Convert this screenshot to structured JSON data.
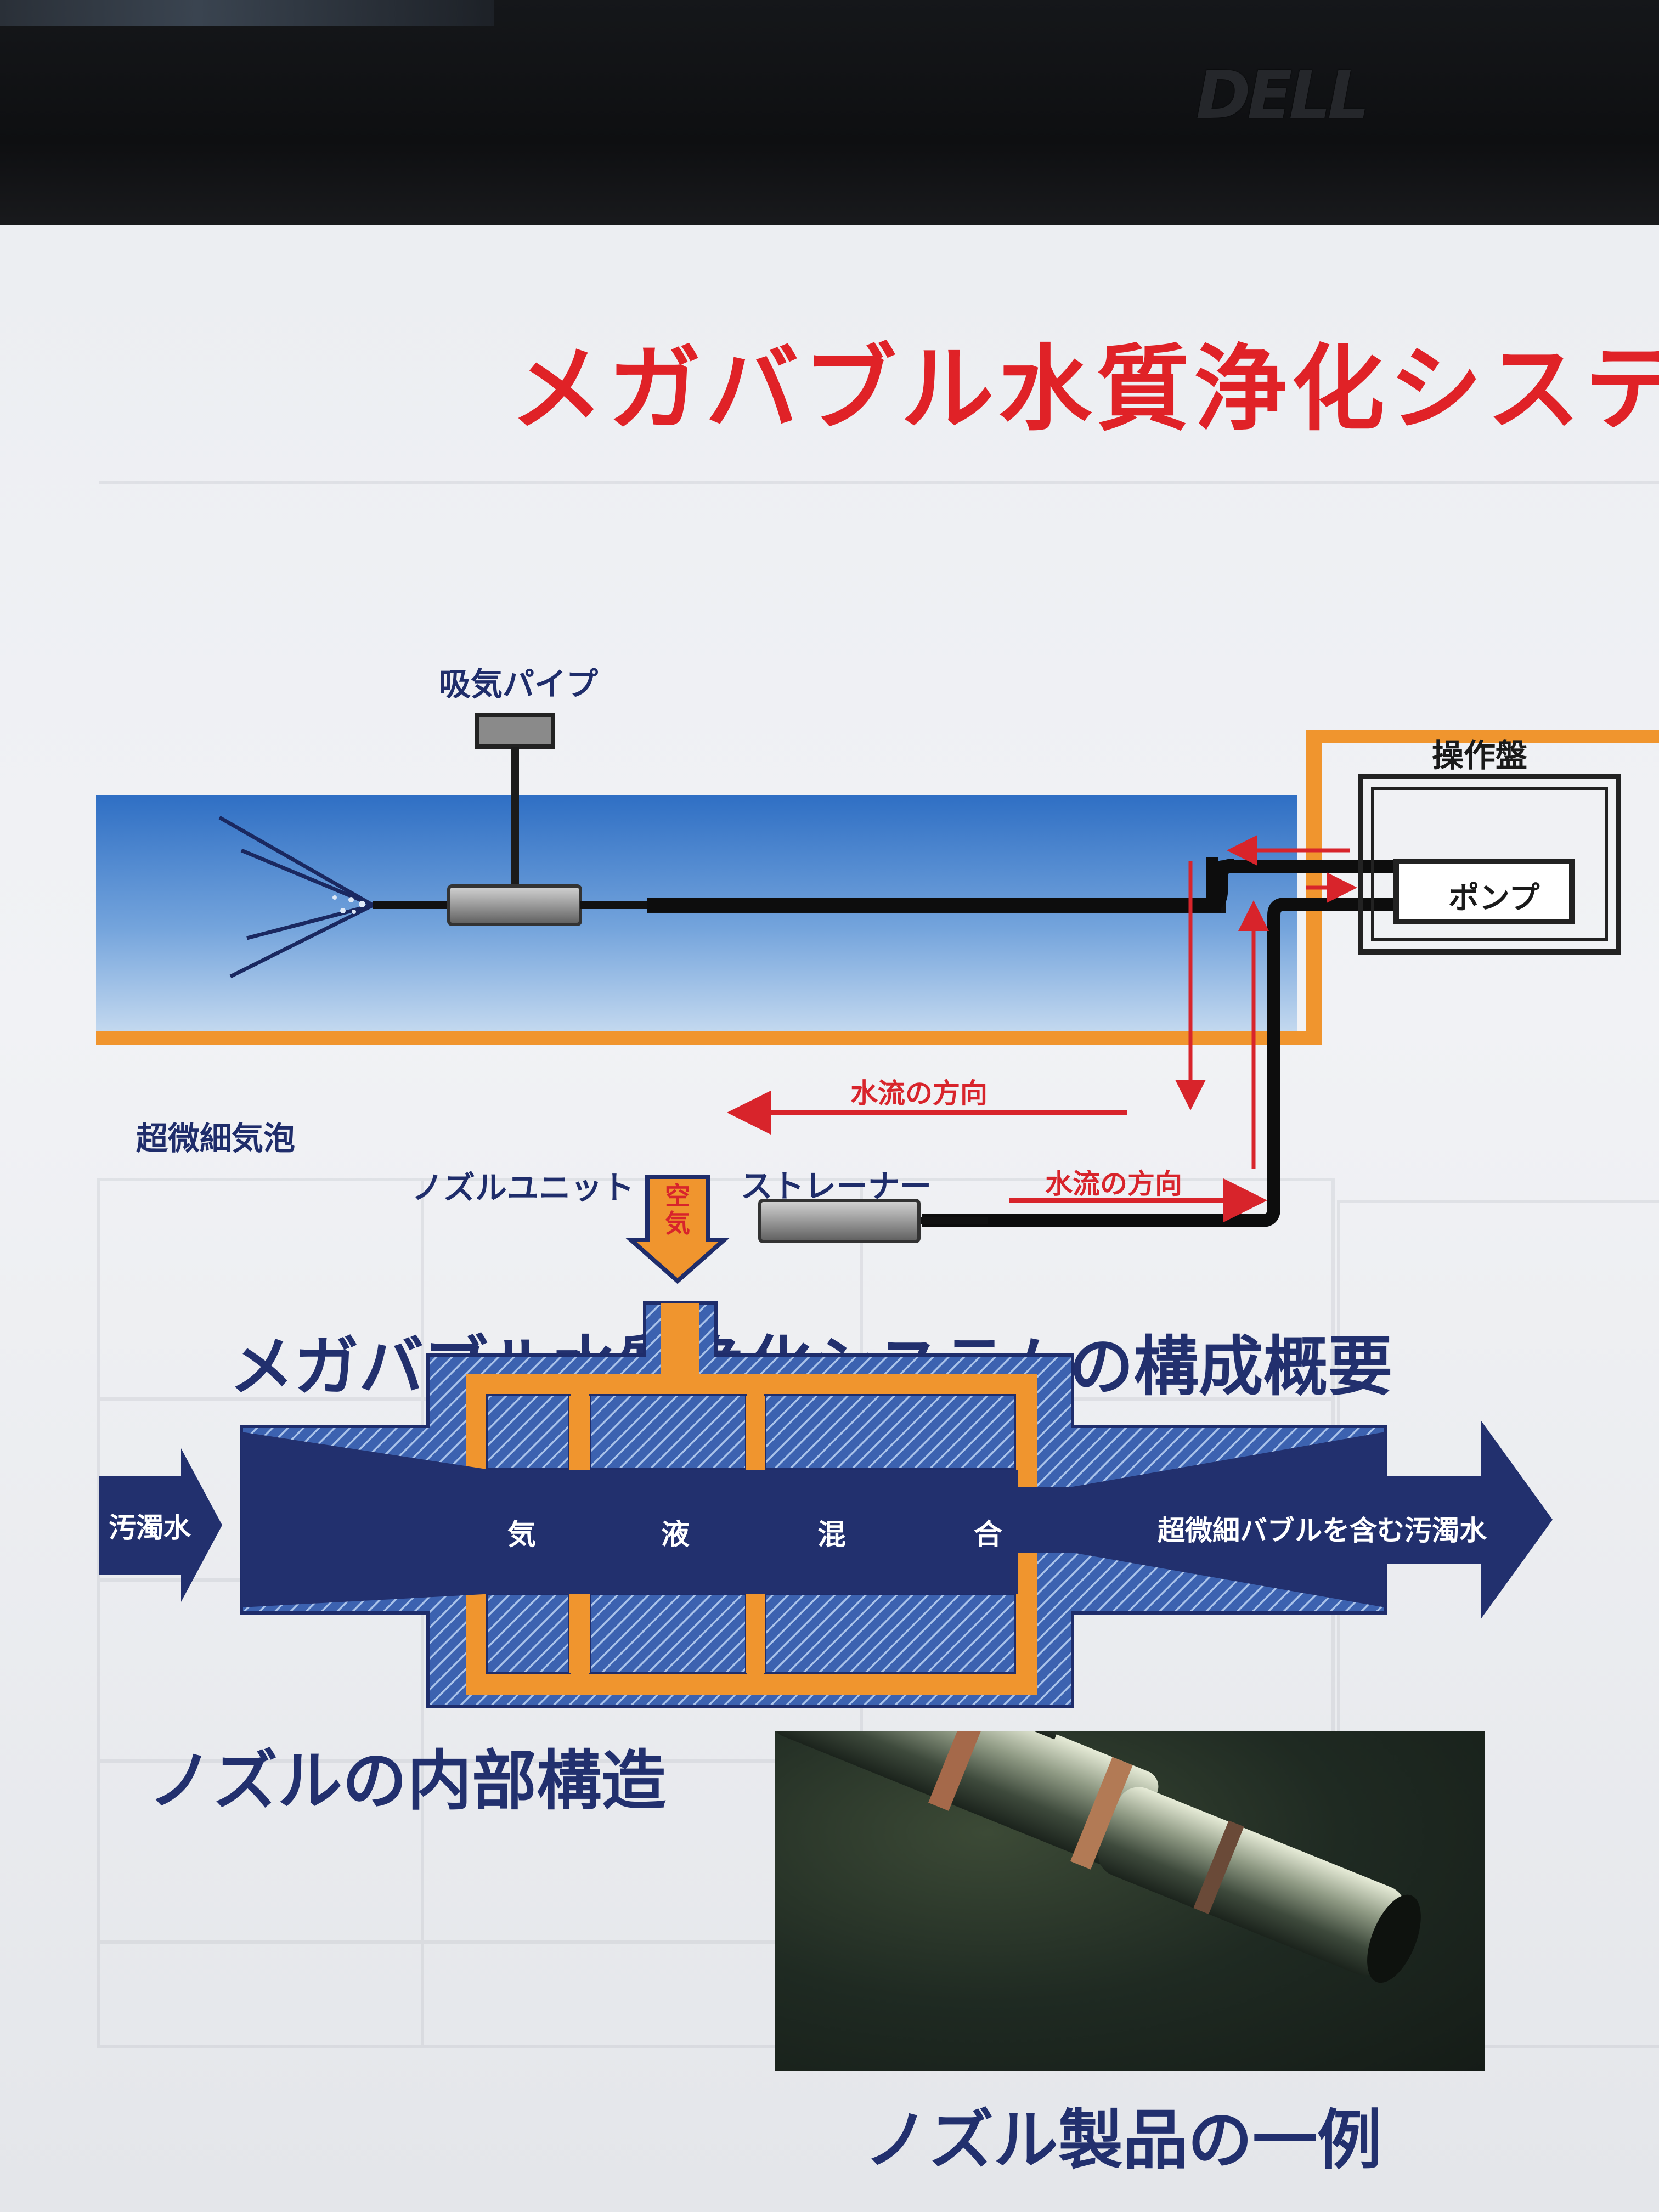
{
  "monitor": {
    "brand_logo": "DELL"
  },
  "slide": {
    "title": "メガバブル水質浄化システ",
    "system_diagram": {
      "intake_pipe": "吸気パイプ",
      "control_panel": "操作盤",
      "pump": "ポンプ",
      "bubbles": "超微細気泡",
      "nozzle_unit": "ノズルユニット",
      "strainer": "ストレーナー",
      "flow_direction_upper": "水流の方向",
      "flow_direction_lower": "水流の方向",
      "caption": "メガバブル水質浄化システムの構成概要"
    },
    "nozzle_diagram": {
      "air": "空気",
      "inlet": "汚濁水",
      "stage_1": "気",
      "stage_2": "液",
      "stage_3": "混",
      "stage_4": "合",
      "outlet": "超微細バブルを含む汚濁水",
      "caption": "ノズルの内部構造"
    },
    "photo_caption": "ノズル製品の一例"
  },
  "colors": {
    "title_red": "#e02227",
    "navy": "#1f2d6b",
    "water_blue": "#3d7fd0",
    "orange": "#f0952e"
  }
}
